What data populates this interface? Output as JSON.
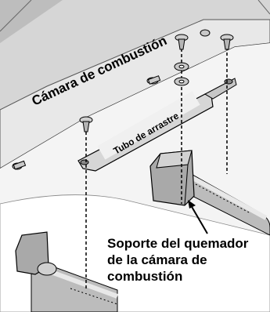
{
  "labels": {
    "chamber": "Cámara de combustión",
    "tube": "Tubo de arrastre",
    "support_line1": "Soporte del quemador",
    "support_line2": "de la cámara de",
    "support_line3": "combustión"
  },
  "colors": {
    "background": "#ffffff",
    "panel": "#e9e9e9",
    "shadow": "#9a9a9a",
    "metal": "#c7c7c7",
    "outline": "#000000"
  },
  "icons": [
    "screw-icon",
    "washer-icon",
    "arrow-icon"
  ]
}
